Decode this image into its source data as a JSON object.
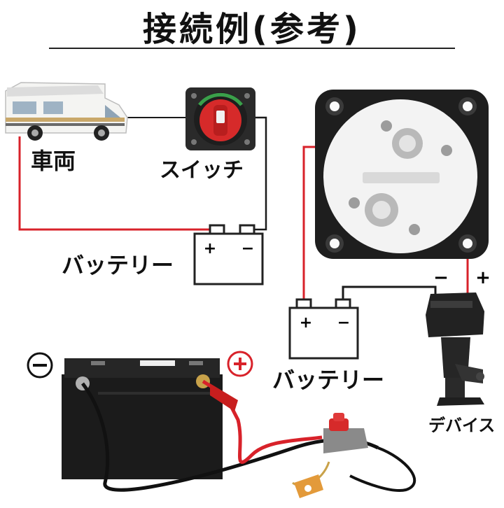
{
  "title": "接続例(参考)",
  "labels": {
    "vehicle": "車両",
    "switch": "スイッチ",
    "battery_1": "バッテリー",
    "battery_2": "バッテリー",
    "device": "デバイス"
  },
  "terminals": {
    "plus": "+",
    "minus": "−"
  },
  "colors": {
    "positive_wire": "#d8222a",
    "negative_wire": "#1a1a1a",
    "switch_knob": "#d62a2a"
  }
}
